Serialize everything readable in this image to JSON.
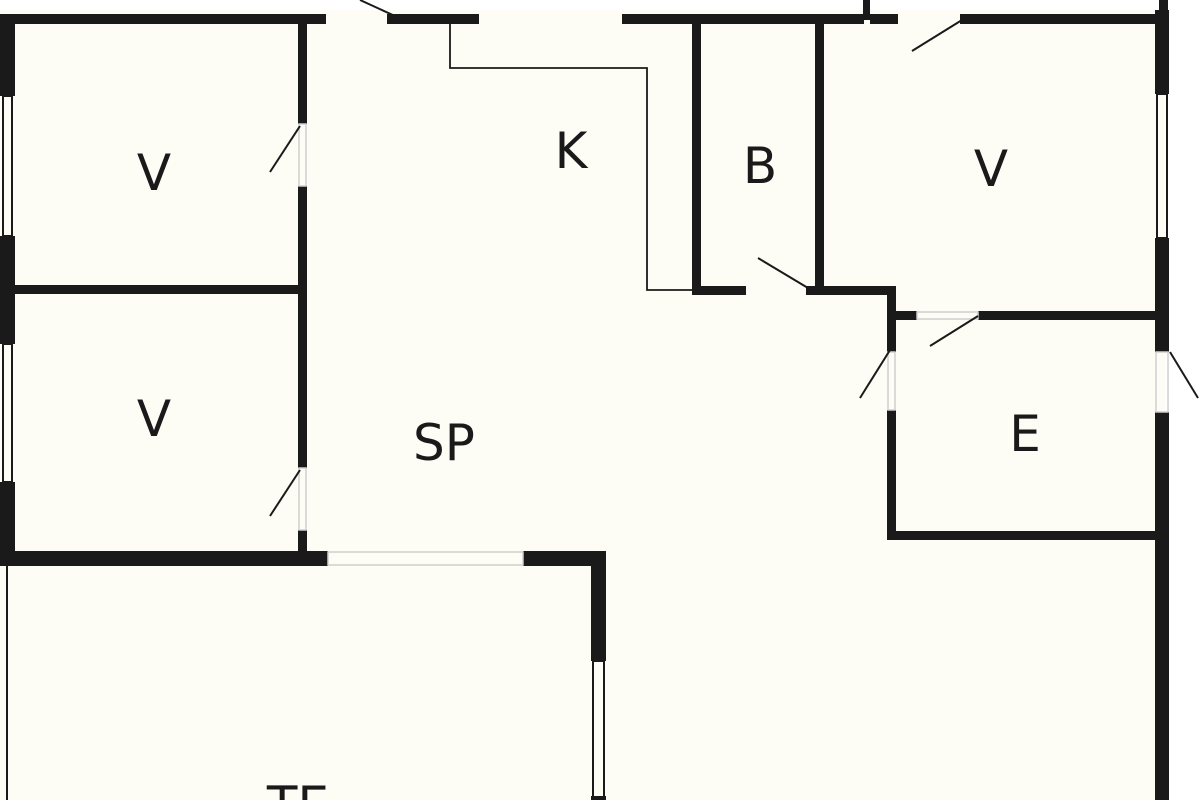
{
  "plan": {
    "rooms": [
      {
        "id": "bedroom-top-left",
        "label": "V"
      },
      {
        "id": "bedroom-bottom-left",
        "label": "V"
      },
      {
        "id": "kitchen",
        "label": "K"
      },
      {
        "id": "bathroom",
        "label": "B"
      },
      {
        "id": "bedroom-right",
        "label": "V"
      },
      {
        "id": "dining-living",
        "label": "SP"
      },
      {
        "id": "entrance",
        "label": "E"
      },
      {
        "id": "lower-room",
        "label": "TE"
      }
    ],
    "colors": {
      "background": "#ffffff",
      "floor": "#fdfdf6",
      "wall": "#1a1a1a",
      "text": "#1a1a1a"
    }
  }
}
